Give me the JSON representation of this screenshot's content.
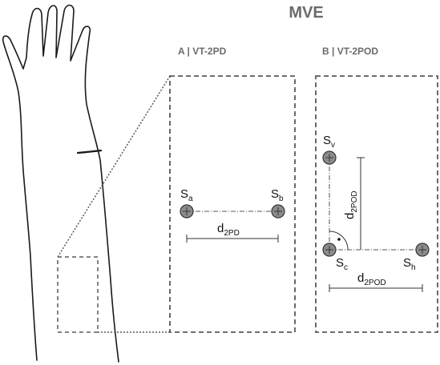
{
  "title": "MVE",
  "panel_a": {
    "title": "A | VT-2PD",
    "sensor_left": {
      "base": "S",
      "sub": "a"
    },
    "sensor_right": {
      "base": "S",
      "sub": "b"
    },
    "distance": {
      "base": "d",
      "sub": "2PD"
    }
  },
  "panel_b": {
    "title": "B | VT-2POD",
    "sensor_top": {
      "base": "S",
      "sub": "v"
    },
    "sensor_corner": {
      "base": "S",
      "sub": "c"
    },
    "sensor_right": {
      "base": "S",
      "sub": "h"
    },
    "distance_vertical": {
      "base": "d",
      "sub": "2POD"
    },
    "distance_horizontal": {
      "base": "d",
      "sub": "2POD"
    }
  },
  "colors": {
    "outline": "#1a1a1a",
    "dashed_box": "#5a5a5a",
    "sensor_fill": "#8c8c8c",
    "title_text": "#6b6b6b"
  }
}
